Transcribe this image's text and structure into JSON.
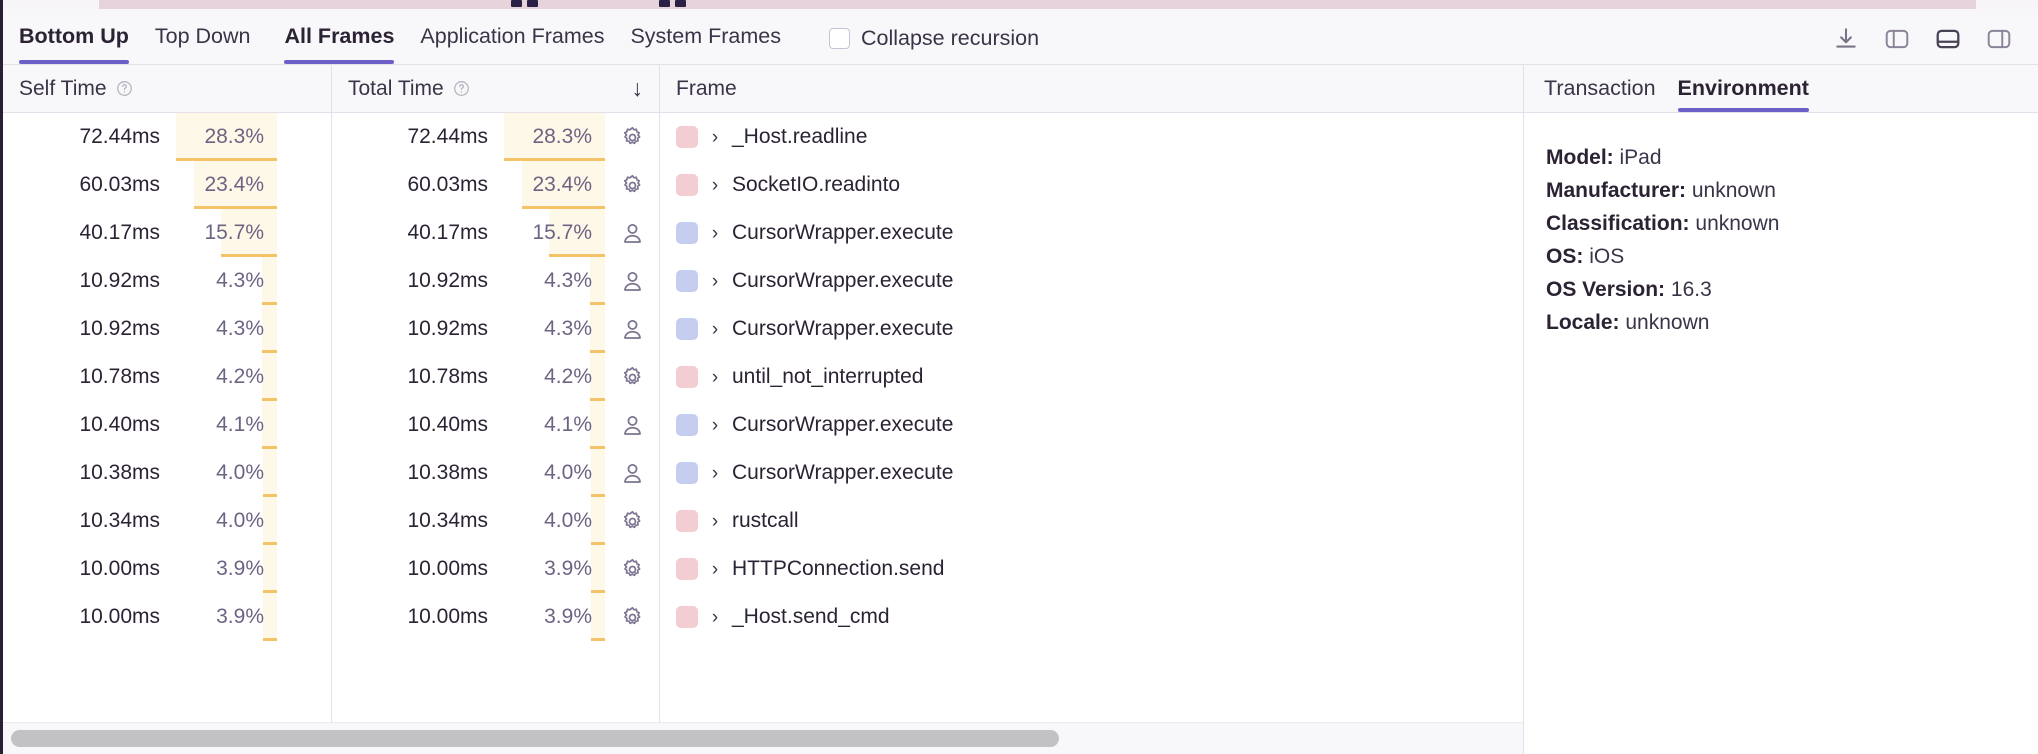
{
  "toolbar": {
    "tabs": [
      {
        "label": "Bottom Up",
        "active": true
      },
      {
        "label": "Top Down",
        "active": false
      },
      {
        "label": "All Frames",
        "active": true
      },
      {
        "label": "Application Frames",
        "active": false
      },
      {
        "label": "System Frames",
        "active": false
      }
    ],
    "collapse_recursion_label": "Collapse recursion",
    "collapse_recursion_checked": false,
    "actions": [
      {
        "name": "download-icon",
        "label": "Download"
      },
      {
        "name": "layout-left-panel-icon",
        "label": "Left panel",
        "active": false
      },
      {
        "name": "layout-bottom-panel-icon",
        "label": "Bottom panel",
        "active": true
      },
      {
        "name": "layout-right-panel-icon",
        "label": "Right panel",
        "active": false
      }
    ]
  },
  "table": {
    "columns": {
      "self_time": "Self Time",
      "total_time": "Total Time",
      "frame": "Frame"
    },
    "sort_indicator": "↓",
    "sorted_by": "Total Time",
    "rows": [
      {
        "self_time": "72.44ms",
        "self_pct": "28.3%",
        "self_pct_value": 28.3,
        "total_time": "72.44ms",
        "total_pct": "28.3%",
        "total_pct_value": 28.3,
        "frame": "_Host.readline",
        "frame_type": "system",
        "icon": "gear-icon",
        "swatch": "#f2cdd1"
      },
      {
        "self_time": "60.03ms",
        "self_pct": "23.4%",
        "self_pct_value": 23.4,
        "total_time": "60.03ms",
        "total_pct": "23.4%",
        "total_pct_value": 23.4,
        "frame": "SocketIO.readinto",
        "frame_type": "system",
        "icon": "gear-icon",
        "swatch": "#f2cdd1"
      },
      {
        "self_time": "40.17ms",
        "self_pct": "15.7%",
        "self_pct_value": 15.7,
        "total_time": "40.17ms",
        "total_pct": "15.7%",
        "total_pct_value": 15.7,
        "frame": "CursorWrapper.execute",
        "frame_type": "application",
        "icon": "person-icon",
        "swatch": "#c6cdf0"
      },
      {
        "self_time": "10.92ms",
        "self_pct": "4.3%",
        "self_pct_value": 4.3,
        "total_time": "10.92ms",
        "total_pct": "4.3%",
        "total_pct_value": 4.3,
        "frame": "CursorWrapper.execute",
        "frame_type": "application",
        "icon": "person-icon",
        "swatch": "#c6cdf0"
      },
      {
        "self_time": "10.92ms",
        "self_pct": "4.3%",
        "self_pct_value": 4.3,
        "total_time": "10.92ms",
        "total_pct": "4.3%",
        "total_pct_value": 4.3,
        "frame": "CursorWrapper.execute",
        "frame_type": "application",
        "icon": "person-icon",
        "swatch": "#c6cdf0"
      },
      {
        "self_time": "10.78ms",
        "self_pct": "4.2%",
        "self_pct_value": 4.2,
        "total_time": "10.78ms",
        "total_pct": "4.2%",
        "total_pct_value": 4.2,
        "frame": "until_not_interrupted",
        "frame_type": "system",
        "icon": "gear-icon",
        "swatch": "#f2cdd1"
      },
      {
        "self_time": "10.40ms",
        "self_pct": "4.1%",
        "self_pct_value": 4.1,
        "total_time": "10.40ms",
        "total_pct": "4.1%",
        "total_pct_value": 4.1,
        "frame": "CursorWrapper.execute",
        "frame_type": "application",
        "icon": "person-icon",
        "swatch": "#c6cdf0"
      },
      {
        "self_time": "10.38ms",
        "self_pct": "4.0%",
        "self_pct_value": 4.0,
        "total_time": "10.38ms",
        "total_pct": "4.0%",
        "total_pct_value": 4.0,
        "frame": "CursorWrapper.execute",
        "frame_type": "application",
        "icon": "person-icon",
        "swatch": "#c6cdf0"
      },
      {
        "self_time": "10.34ms",
        "self_pct": "4.0%",
        "self_pct_value": 4.0,
        "total_time": "10.34ms",
        "total_pct": "4.0%",
        "total_pct_value": 4.0,
        "frame": "rustcall",
        "frame_type": "system",
        "icon": "gear-icon",
        "swatch": "#f2cdd1"
      },
      {
        "self_time": "10.00ms",
        "self_pct": "3.9%",
        "self_pct_value": 3.9,
        "total_time": "10.00ms",
        "total_pct": "3.9%",
        "total_pct_value": 3.9,
        "frame": "HTTPConnection.send",
        "frame_type": "system",
        "icon": "gear-icon",
        "swatch": "#f2cdd1"
      },
      {
        "self_time": "10.00ms",
        "self_pct": "3.9%",
        "self_pct_value": 3.9,
        "total_time": "10.00ms",
        "total_pct": "3.9%",
        "total_pct_value": 3.9,
        "frame": "_Host.send_cmd",
        "frame_type": "system",
        "icon": "gear-icon",
        "swatch": "#f2cdd1"
      }
    ]
  },
  "details": {
    "tabs": [
      {
        "label": "Transaction",
        "active": false
      },
      {
        "label": "Environment",
        "active": true
      }
    ],
    "environment": [
      {
        "key": "Model:",
        "value": "iPad"
      },
      {
        "key": "Manufacturer:",
        "value": "unknown"
      },
      {
        "key": "Classification:",
        "value": "unknown"
      },
      {
        "key": "OS:",
        "value": "iOS"
      },
      {
        "key": "OS Version:",
        "value": "16.3"
      },
      {
        "key": "Locale:",
        "value": "unknown"
      }
    ]
  },
  "colors": {
    "accent": "#6c5fc7",
    "bar_fill": "#fdf8e8",
    "bar_line": "#f2b13c",
    "system_swatch": "#f2cdd1",
    "application_swatch": "#c6cdf0"
  },
  "scrollbar": {
    "name": "horizontal-scrollbar"
  }
}
